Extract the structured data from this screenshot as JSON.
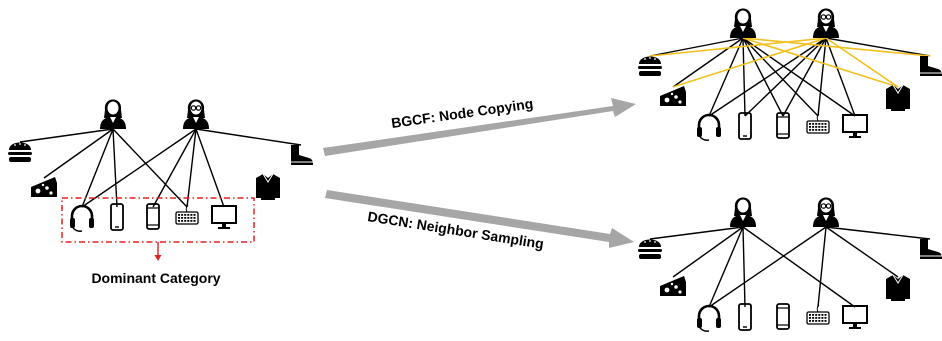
{
  "labels": {
    "dominant": "Dominant Category",
    "top_arrow": "BGCF: Node Copying",
    "bottom_arrow": "DGCN: Neighbor Sampling"
  },
  "colors": {
    "edge": "#000000",
    "copied_edge": "#f2c01e",
    "arrow": "#a6a6a6",
    "dominant_box": "#e02020",
    "icon": "#000000"
  },
  "graphs": [
    {
      "id": "original",
      "users": [
        "user-female",
        "user-female-glasses"
      ],
      "items": [
        "burger",
        "cheese",
        "headphones",
        "tablet",
        "smartphone",
        "keyboard",
        "monitor",
        "shirt",
        "boot"
      ],
      "edges": [
        [
          0,
          0
        ],
        [
          0,
          1
        ],
        [
          0,
          2
        ],
        [
          0,
          3
        ],
        [
          0,
          5
        ],
        [
          1,
          2
        ],
        [
          1,
          4
        ],
        [
          1,
          5
        ],
        [
          1,
          6
        ],
        [
          1,
          8
        ]
      ],
      "copied_edges": [],
      "highlight_dominant": true
    },
    {
      "id": "bgcf",
      "users": [
        "user-female",
        "user-female-glasses"
      ],
      "items": [
        "burger",
        "cheese",
        "headphones",
        "tablet",
        "smartphone",
        "keyboard",
        "monitor",
        "shirt",
        "boot"
      ],
      "edges": [
        [
          0,
          0
        ],
        [
          0,
          1
        ],
        [
          0,
          2
        ],
        [
          0,
          3
        ],
        [
          0,
          5
        ],
        [
          1,
          2
        ],
        [
          1,
          4
        ],
        [
          1,
          5
        ],
        [
          1,
          6
        ],
        [
          1,
          8
        ],
        [
          0,
          4
        ],
        [
          0,
          6
        ],
        [
          1,
          3
        ]
      ],
      "copied_edges": [
        [
          0,
          8
        ],
        [
          0,
          7
        ],
        [
          1,
          0
        ],
        [
          1,
          1
        ],
        [
          1,
          7
        ]
      ],
      "highlight_dominant": false
    },
    {
      "id": "dgcn",
      "users": [
        "user-female",
        "user-female-glasses"
      ],
      "items": [
        "burger",
        "cheese",
        "headphones",
        "tablet",
        "smartphone",
        "keyboard",
        "monitor",
        "shirt",
        "boot"
      ],
      "edges": [
        [
          0,
          0
        ],
        [
          0,
          1
        ],
        [
          0,
          2
        ],
        [
          0,
          3
        ],
        [
          0,
          6
        ],
        [
          1,
          2
        ],
        [
          1,
          5
        ],
        [
          1,
          8
        ],
        [
          1,
          7
        ]
      ],
      "copied_edges": [],
      "highlight_dominant": false
    }
  ]
}
